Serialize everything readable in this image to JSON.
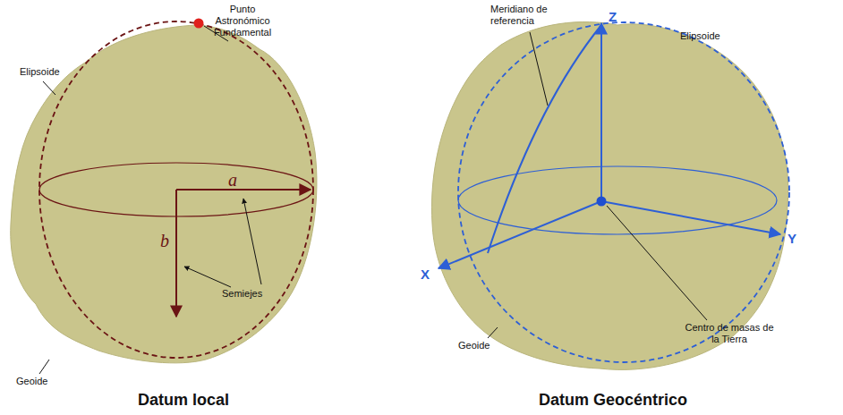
{
  "diagram": {
    "labels": [
      "Elipsoide",
      "Punto Astronómico Fundamental",
      "a",
      "b",
      "Semiejes",
      "Geoide",
      "Datum local",
      "Meridiano de referencia",
      "Z",
      "Elipsoide",
      "Y",
      "X",
      "Geoide",
      "Centro de masas de la Tierra",
      "Datum Geocéntrico"
    ]
  }
}
